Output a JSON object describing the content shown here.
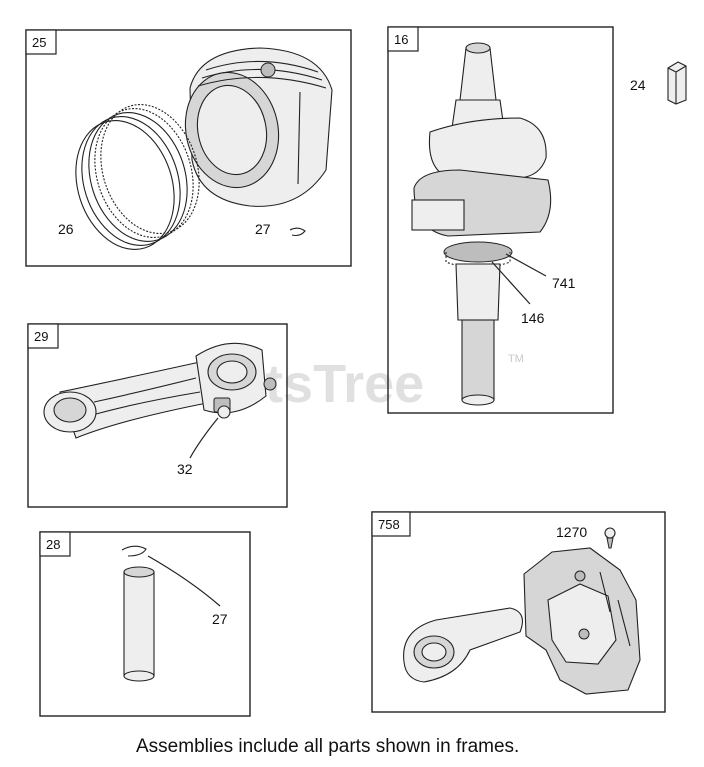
{
  "watermark": {
    "text": "PartsTree",
    "trademark": "TM"
  },
  "frames": {
    "f25": {
      "tag": "25",
      "callouts": {
        "rings": "26",
        "clip": "27"
      }
    },
    "f16": {
      "tag": "16",
      "callouts": {
        "gear_a": "741",
        "gear_b": "146"
      }
    },
    "f29": {
      "tag": "29",
      "callouts": {
        "bolt": "32"
      }
    },
    "f28": {
      "tag": "28",
      "callouts": {
        "clip": "27"
      }
    },
    "f758": {
      "tag": "758",
      "callouts": {
        "screw": "1270"
      }
    }
  },
  "standalone": {
    "key_label": "24"
  },
  "footer": {
    "text": "Assemblies include all parts shown in frames."
  }
}
